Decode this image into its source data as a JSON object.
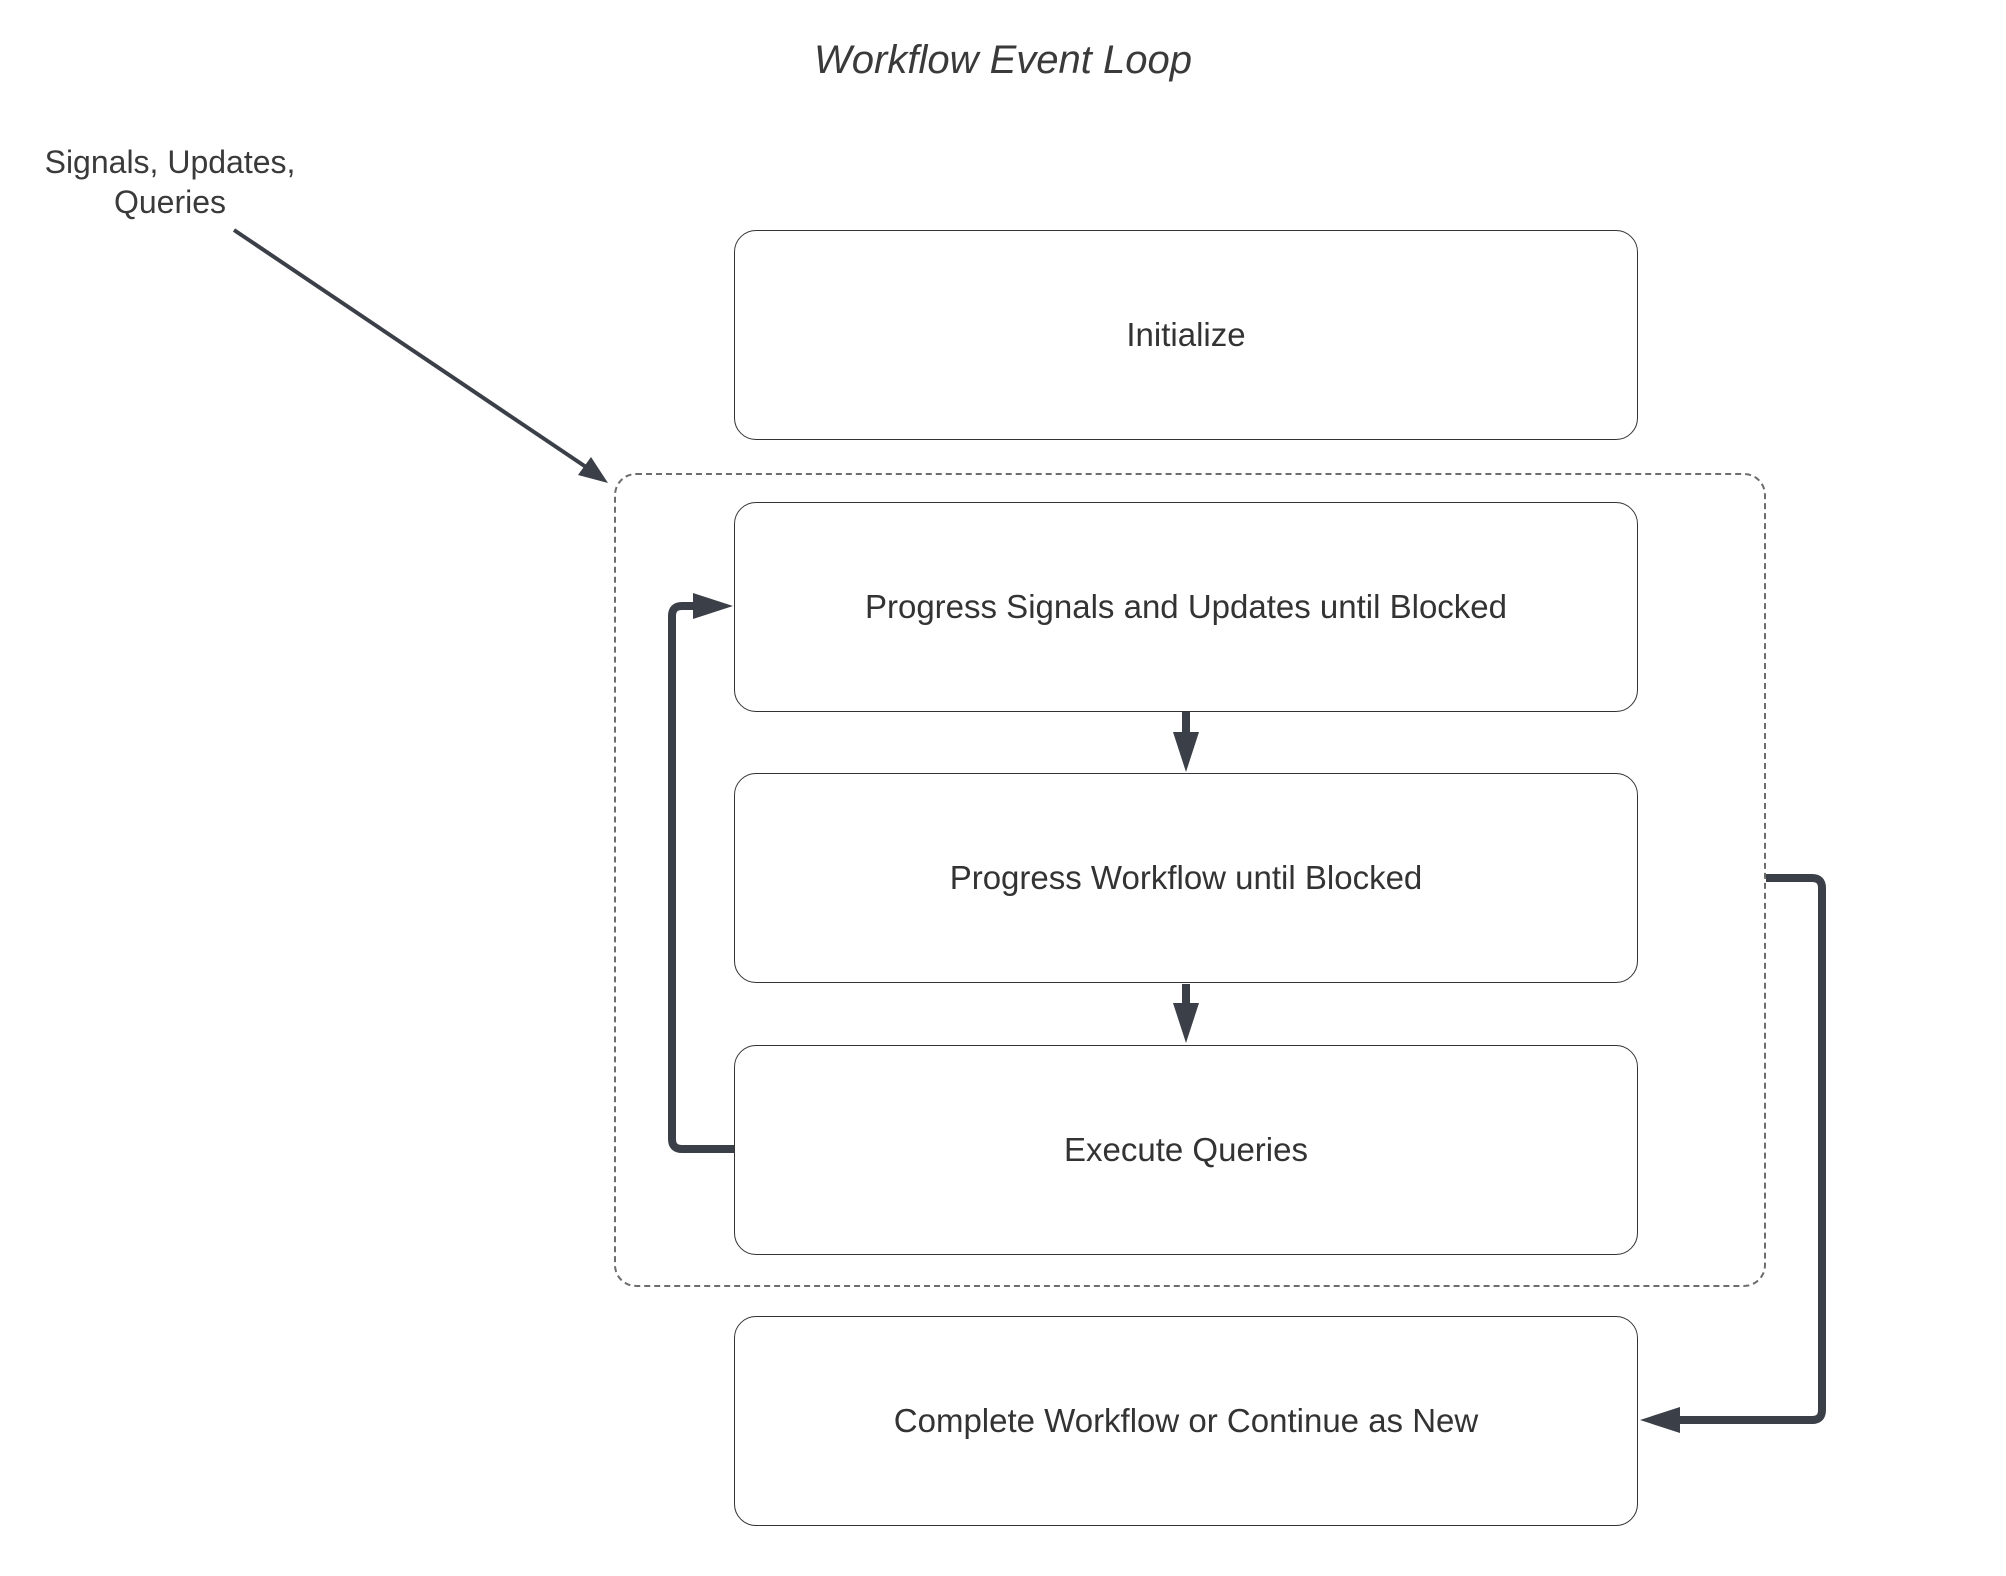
{
  "title": "Workflow Event Loop",
  "source_label": "Signals, Updates, Queries",
  "steps": [
    {
      "label": "Initialize"
    },
    {
      "label": "Progress Signals and Updates until Blocked"
    },
    {
      "label": "Progress Workflow until Blocked"
    },
    {
      "label": "Execute Queries"
    },
    {
      "label": "Complete Workflow or Continue as New"
    }
  ],
  "colors": {
    "connector": "#3b3f47",
    "box_border": "#333333",
    "frame_border": "#6d6d6d",
    "text": "#333333"
  }
}
